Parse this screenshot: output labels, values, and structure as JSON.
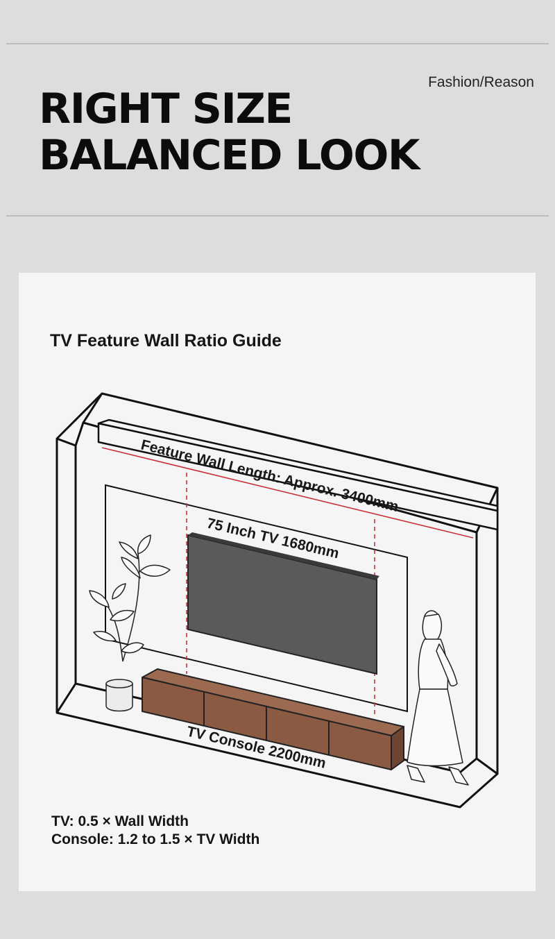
{
  "header": {
    "brand": "Fashion/Reason",
    "headline": [
      "RIGHT SIZE",
      "BALANCED LOOK"
    ]
  },
  "guide": {
    "title": "TV Feature Wall Ratio Guide",
    "labels": {
      "wall": "Feature Wall Length: Approx. 3400mm",
      "tv": "75 Inch TV 1680mm",
      "console": "TV Console 2200mm"
    },
    "notes": [
      "TV: 0.5 × Wall Width",
      "Console: 1.2 to 1.5 × TV Width"
    ]
  },
  "colors": {
    "background": "#dedddb",
    "card": "#f5f5f5",
    "tv_screen": "#5a5a5a",
    "console_wood": "#8b5a42",
    "dimension_line": "#c8323a"
  },
  "icons": [
    "plant-illustration",
    "woman-illustration"
  ]
}
